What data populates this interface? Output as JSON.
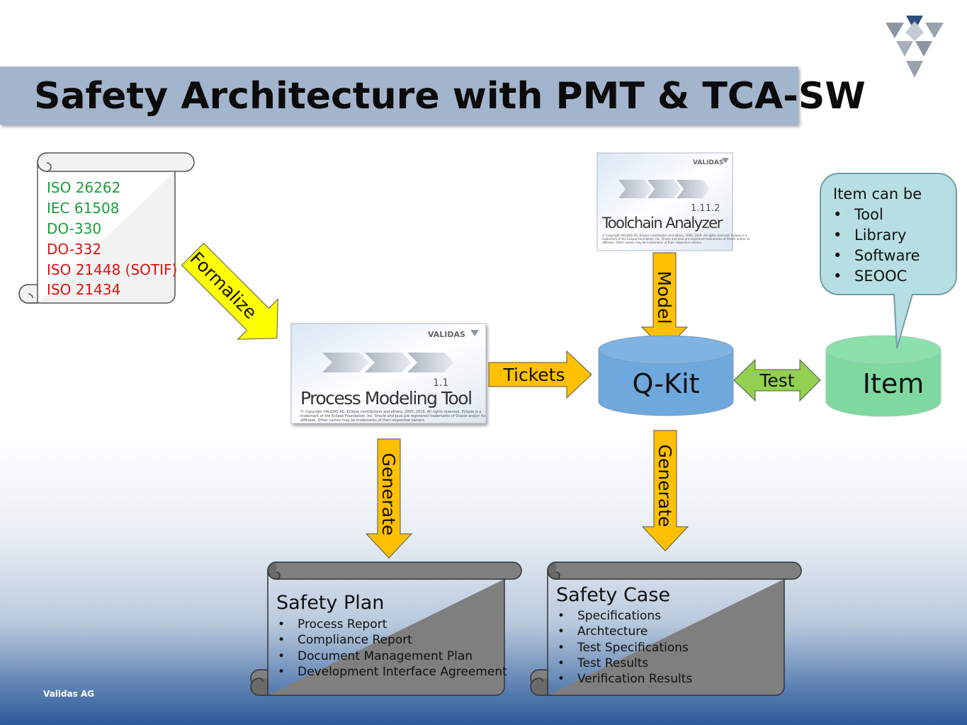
{
  "title": "Safety Architecture with PMT & TCA-SW",
  "standards": {
    "items": [
      {
        "text": "ISO 26262",
        "color": "#1a9e3a"
      },
      {
        "text": "IEC 61508",
        "color": "#1a9e3a"
      },
      {
        "text": "DO-330",
        "color": "#1a9e3a"
      },
      {
        "text": "DO-332",
        "color": "#e01010"
      },
      {
        "text": "ISO 21448 (SOTIF)",
        "color": "#e01010"
      },
      {
        "text": "ISO 21434",
        "color": "#e01010"
      }
    ]
  },
  "arrows": {
    "formalize": "Formalize",
    "tickets": "Tickets",
    "model": "Model",
    "test": "Test",
    "generate_left": "Generate",
    "generate_right": "Generate"
  },
  "pmt": {
    "brand": "VALIDAS",
    "version": "1.1",
    "name": "Process Modeling Tool",
    "copyright": [
      "© Copyright VALIDAS AG, Eclipse contributors and others, 2000, 2019. All rights reserved. Eclipse is a",
      "trademark of the Eclipse Foundation, Inc. Oracle and Java are registered trademarks of Oracle and/or its",
      "affiliates. Other names may be trademarks of their respective owners."
    ]
  },
  "tca": {
    "brand": "VALIDAS",
    "version": "1.11.2",
    "name": "Toolchain Analyzer",
    "copyright": [
      "© Copyright VALIDAS AG, Eclipse contributors and others, 2000, 2019. All rights reserved. Eclipse is a",
      "trademark of the Eclipse Foundation, Inc. Oracle and Java are registered trademarks of Oracle and/or its",
      "affiliates. Other names may be trademarks of their respective owners."
    ]
  },
  "qkit": {
    "label": "Q-Kit"
  },
  "item": {
    "label": "Item"
  },
  "callout": {
    "heading": "Item can be",
    "bullets": [
      "Tool",
      "Library",
      "Software",
      "SEOOC"
    ]
  },
  "safety_plan": {
    "title": "Safety Plan",
    "bullets": [
      "Process Report",
      "Compliance Report",
      "Document Management Plan",
      "Development Interface Agreement"
    ]
  },
  "safety_case": {
    "title": "Safety Case",
    "bullets": [
      "Specifications",
      "Archtecture",
      "Test Specifications",
      "Test Results",
      "Verification Results"
    ]
  },
  "footer": "Validas AG",
  "colors": {
    "title_band": "#a3b5cc",
    "yellow_arrow": "#ffff00",
    "orange_arrow": "#ffc000",
    "green_arrow": "#92d050",
    "qkit": "#6fa8dc",
    "item": "#7fd8a0",
    "callout": "#b7dfe3",
    "scroll_gray": "#7f7f7f",
    "scroll_light": "#f2f2f2"
  }
}
